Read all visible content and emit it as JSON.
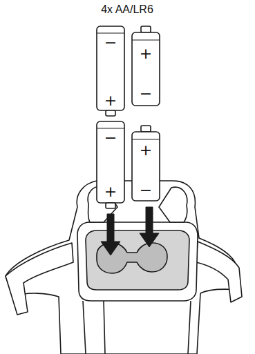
{
  "diagram": {
    "title": "4x AA/LR6",
    "labels": [
      "−",
      "+",
      "+",
      "−",
      "−",
      "+",
      "+",
      "−"
    ]
  }
}
